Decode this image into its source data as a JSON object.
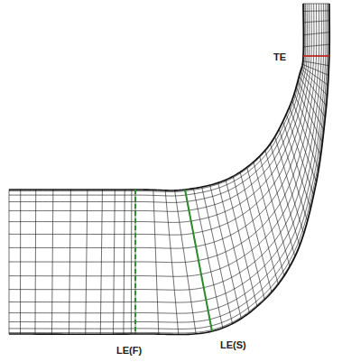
{
  "diagram": {
    "labels": [
      "TE",
      "LE(S)",
      "LE(F)"
    ]
  }
}
